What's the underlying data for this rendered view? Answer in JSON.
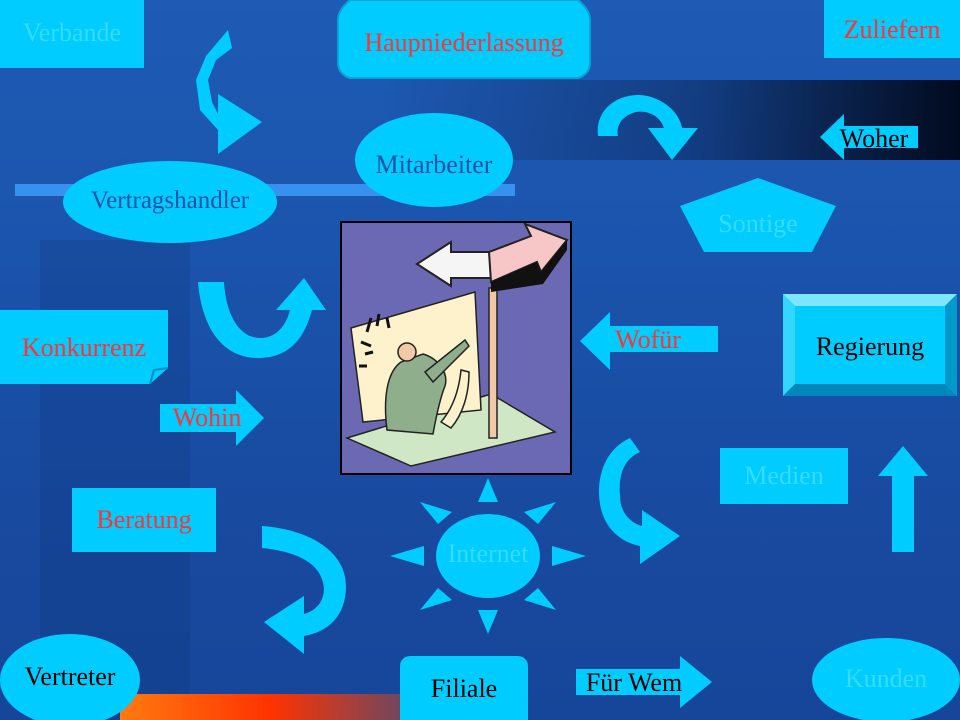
{
  "nodes": {
    "verbande": "Verbande",
    "hauptniederlassung": "Haupniederlassung",
    "zuliefern": "Zuliefern",
    "woher": "Woher",
    "mitarbeiter": "Mitarbeiter",
    "vertragshandler": "Vertragshandler",
    "sontige": "Sontige",
    "konkurrenz": "Konkurrenz",
    "wofuer": "Wofür",
    "regierung": "Regierung",
    "wohin": "Wohin",
    "medien": "Medien",
    "beratung": "Beratung",
    "internet": "Internet",
    "vertreter": "Vertreter",
    "filiale": "Filiale",
    "fuer_wem": "Für Wem",
    "kunden": "Kunden"
  },
  "colors": {
    "shape_fill": "#00ccff",
    "text_cyan": "#33ddff",
    "text_red": "#ff3333",
    "text_black": "#000000",
    "background": "#1b54ad"
  },
  "icons": {
    "center_image": "person-at-crossroads-signpost-clipart"
  }
}
